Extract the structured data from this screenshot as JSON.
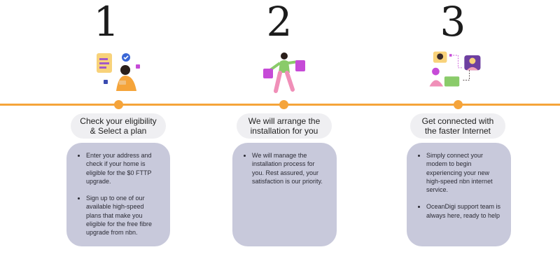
{
  "colors": {
    "accent": "#f5a43a",
    "card": "#c8c9db",
    "pill": "#efeff2"
  },
  "steps": [
    {
      "number": "1",
      "illustration": "person-with-checklist-icon",
      "title_line1": "Check your eligibility",
      "title_line2": "& Select a plan",
      "bullets": [
        "Enter your address and check if your home is eligible for the $0 FTTP upgrade.",
        "Sign up to one of our available high-speed plans that make you eligible for the free fibre upgrade from nbn."
      ]
    },
    {
      "number": "2",
      "illustration": "person-with-shopping-bags-icon",
      "title_line1": "We will arrange the",
      "title_line2": "installation for you",
      "bullets": [
        "We will manage the installation process for you. Rest assured, your satisfaction is our priority."
      ]
    },
    {
      "number": "3",
      "illustration": "video-call-people-icon",
      "title_line1": "Get connected with",
      "title_line2": "the faster Internet",
      "bullets": [
        "Simply connect your modem to begin experiencing your new high-speed nbn internet service.",
        "OceanDigi support team is always here, ready to help"
      ]
    }
  ]
}
